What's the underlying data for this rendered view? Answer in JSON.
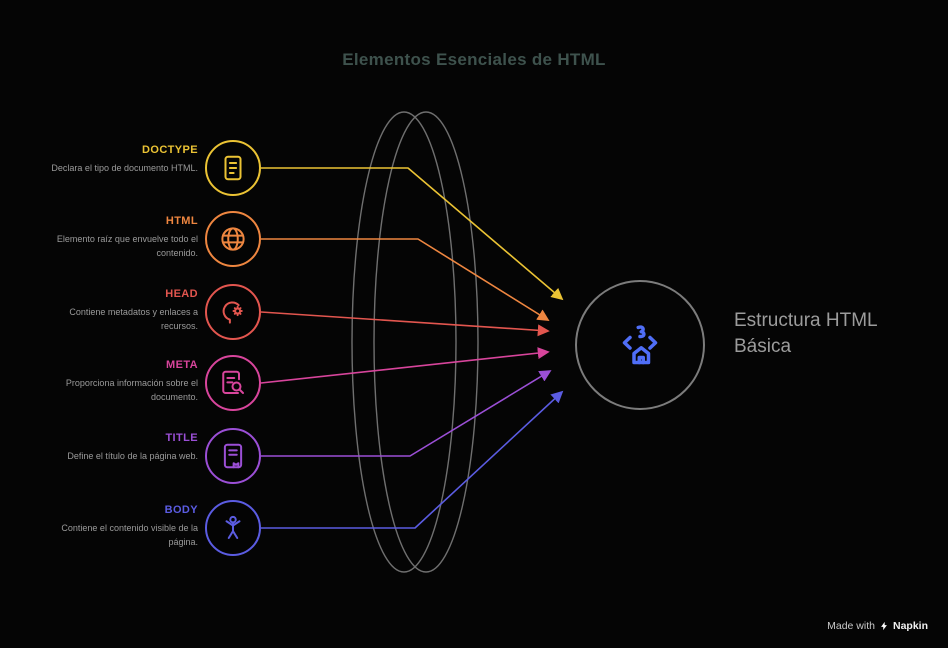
{
  "title": "Elementos Esenciales de HTML",
  "items": [
    {
      "label": "DOCTYPE",
      "desc": "Declara el tipo de documento HTML.",
      "color": "#ebc334",
      "icon": "document-icon"
    },
    {
      "label": "HTML",
      "desc": "Elemento raíz que envuelve todo el contenido.",
      "color": "#ee8640",
      "icon": "globe-icon"
    },
    {
      "label": "HEAD",
      "desc": "Contiene metadatos y enlaces a recursos.",
      "color": "#e3564f",
      "icon": "head-gear-icon"
    },
    {
      "label": "META",
      "desc": "Proporciona información sobre el documento.",
      "color": "#d8459c",
      "icon": "document-search-icon"
    },
    {
      "label": "TITLE",
      "desc": "Define el título de la página web.",
      "color": "#9b4fd6",
      "icon": "book-icon"
    },
    {
      "label": "BODY",
      "desc": "Contiene el contenido visible de la página.",
      "color": "#5b5ce2",
      "icon": "person-icon"
    }
  ],
  "center": {
    "label": "Estructura HTML Básica",
    "icon": "code-house-icon",
    "icon_color": "#4f6ef7",
    "circle_color": "#7c7c7c"
  },
  "footer": {
    "prefix": "Made with",
    "brand": "Napkin"
  }
}
